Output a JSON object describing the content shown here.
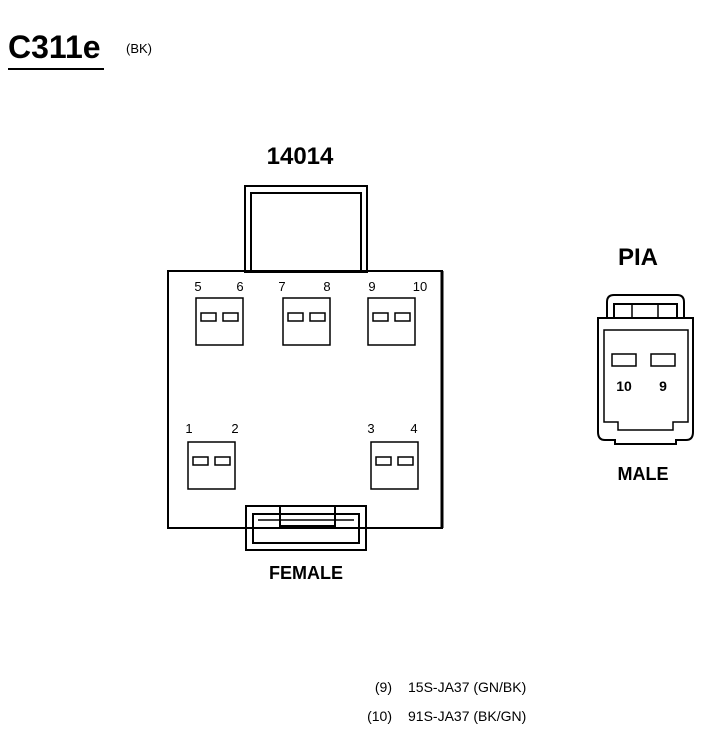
{
  "connector": {
    "id": "C311e",
    "color_code": "(BK)"
  },
  "female_connector": {
    "part_number": "14014",
    "gender_label": "FEMALE",
    "pin_numbers": [
      "1",
      "2",
      "3",
      "4",
      "5",
      "6",
      "7",
      "8",
      "9",
      "10"
    ]
  },
  "male_connector": {
    "name": "PIA",
    "gender_label": "MALE",
    "pin_numbers": [
      "10",
      "9"
    ]
  },
  "pinout": [
    {
      "pin": "(9)",
      "circuit": "15S-JA37 (GN/BK)"
    },
    {
      "pin": "(10)",
      "circuit": "91S-JA37 (BK/GN)"
    }
  ],
  "colors": {
    "line": "#000000",
    "background": "#ffffff"
  }
}
